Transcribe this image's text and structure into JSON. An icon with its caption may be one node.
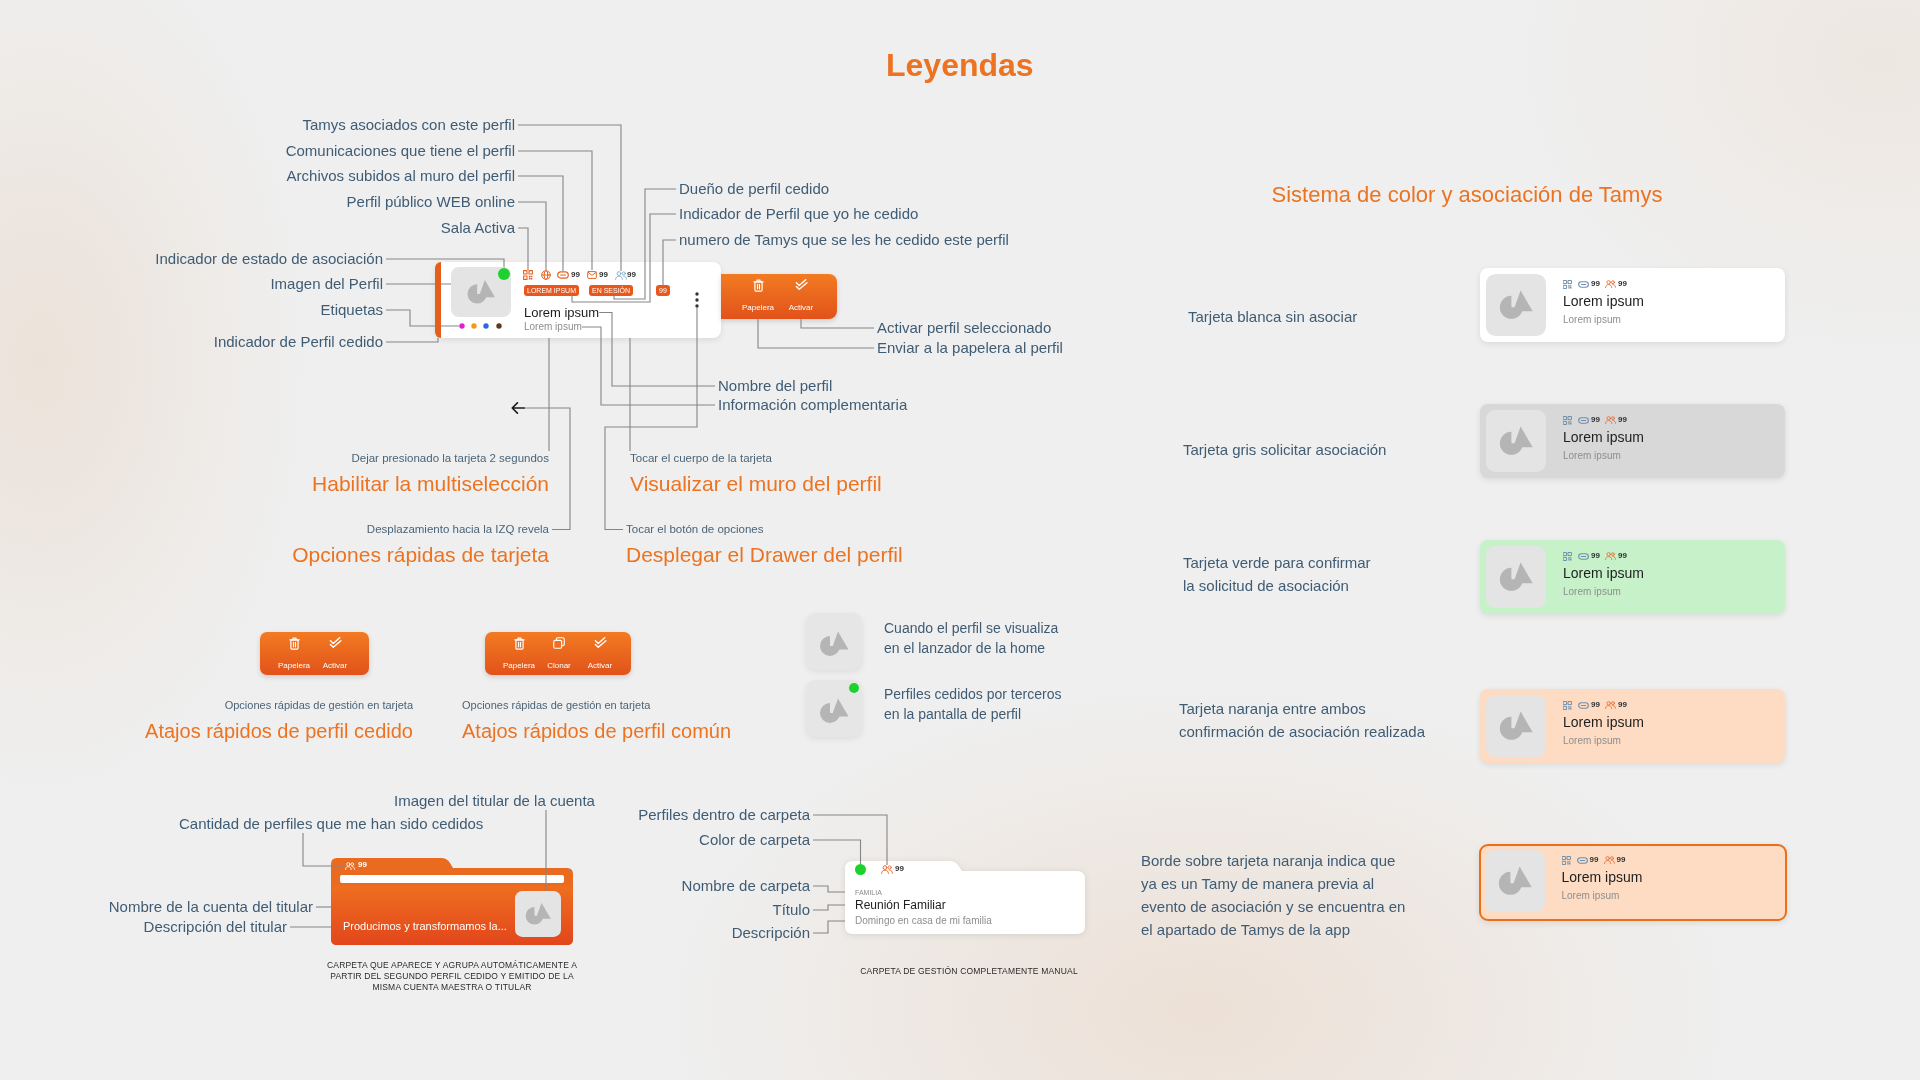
{
  "diagram": {
    "title": "Leyendas",
    "nodes": [
      {
        "text": [
          "99",
          "99",
          "99"
        ]
      },
      {
        "text": [
          "LOREM IPSUM"
        ],
        "in": 0
      },
      {
        "text": [
          "EN SESIÓN"
        ],
        "in": 0
      },
      {
        "text": [
          "99"
        ],
        "in": 0
      },
      {
        "text": [
          "Papelera",
          "Activar"
        ]
      },
      {
        "text": [
          "Tamys asociados con este perfil"
        ]
      },
      {
        "text": [
          "Comunicaciones que tiene el perfil"
        ]
      },
      {
        "text": [
          "Archivos subidos al muro del perfil"
        ]
      },
      {
        "text": [
          "Perfil público WEB online"
        ]
      },
      {
        "text": [
          "Sala Activa"
        ]
      },
      {
        "text": [
          "Indicador de estado de asociación"
        ]
      },
      {
        "text": [
          "Imagen del Perfil"
        ]
      },
      {
        "text": [
          "Etiquetas"
        ]
      },
      {
        "text": [
          "Indicador de Perfil cedido"
        ]
      },
      {
        "text": [
          "Dueño de perfil cedido"
        ]
      },
      {
        "text": [
          "Indicador de Perfil que yo he cedido"
        ]
      },
      {
        "text": [
          "numero de Tamys que se les he cedido este perfil"
        ]
      },
      {
        "text": [
          "Activar perfil seleccionado"
        ]
      },
      {
        "text": [
          "Enviar a la papelera al perfil"
        ]
      },
      {
        "text": [
          "Nombre del perfil"
        ]
      },
      {
        "text": [
          "Información complementaria"
        ]
      },
      {
        "text": [
          "Dejar presionado la tarjeta 2 segundos",
          "Habilitar la multiselección"
        ]
      },
      {
        "text": [
          "Tocar el cuerpo de la tarjeta",
          "Visualizar el muro del perfil"
        ]
      },
      {
        "text": [
          "Desplazamiento hacia la IZQ revela",
          "Opciones rápidas de tarjeta"
        ]
      },
      {
        "text": [
          "Tocar el botón de opciones",
          "Desplegar el Drawer del perfil"
        ]
      },
      {
        "text": [
          "Papelera",
          "Activar"
        ],
        "beside": [
          "Opciones rápidas de gestión en tarjeta",
          "Atajos rápidos de perfil cedido"
        ]
      },
      {
        "text": [
          "Papelera",
          "Clonar",
          "Activar"
        ],
        "beside": [
          "Opciones rápidas de gestión en tarjeta",
          "Atajos rápidos de perfil común"
        ]
      },
      {
        "text": [],
        "shape": "picture",
        "beside": [
          "Cuando el perfil se visualiza en el lanzador de la home"
        ]
      },
      {
        "text": [],
        "shape": "picture",
        "beside": [
          "Perfiles cedidos por terceros en la pantalla de perfil"
        ]
      },
      {
        "text": [
          "99",
          "Producimos y transformamos la..."
        ],
        "beside": [
          "CARPETA QUE APARECE Y AGRUPA AUTOMÁTICAMENTE A PARTIR DEL SEGUNDO PERFIL CEDIDO Y EMITIDO DE LA MISMA CUENTA MAESTRA O TITULAR"
        ]
      },
      {
        "text": [
          "Imagen del titular de la cuenta"
        ]
      },
      {
        "text": [
          "Cantidad de perfiles que me han sido cedidos"
        ]
      },
      {
        "text": [
          "Nombre de la cuenta del titular"
        ]
      },
      {
        "text": [
          "Descripción del titular"
        ]
      },
      {
        "text": [
          "99",
          "FAMILIA",
          "Reunión Familiar",
          "Domingo en casa de mi familia"
        ],
        "beside": [
          "CARPETA DE GESTIÓN COMPLETAMENTE MANUAL"
        ]
      },
      {
        "text": [
          "Perfiles dentro de carpeta"
        ]
      },
      {
        "text": [
          "Color de carpeta"
        ]
      },
      {
        "text": [
          "Nombre de carpeta"
        ]
      },
      {
        "text": [
          "Título"
        ]
      },
      {
        "text": [
          "Descripción"
        ]
      },
      {
        "text": [
          "99",
          "99",
          "Lorem ipsum",
          "Lorem ipsum"
        ]
      },
      {
        "text": [
          "99",
          "99",
          "Lorem ipsum",
          "Lorem ipsum"
        ]
      },
      {
        "text": [
          "99",
          "99",
          "Lorem ipsum",
          "Lorem ipsum"
        ]
      },
      {
        "text": [
          "99",
          "99",
          "Lorem ipsum",
          "Lorem ipsum"
        ],
        "beside": [
          "Tarjeta naranja entre ambos confirmación de asociación realizada"
        ]
      },
      {
        "text": [
          "99",
          "99",
          "Lorem ipsum",
          "Lorem ipsum"
        ]
      },
      {
        "text": [],
        "shape": "picture",
        "in": 0
      },
      {
        "text": [],
        "shape": "picture",
        "in": 0
      },
      {
        "text": [],
        "shape": "picture",
        "in": 0
      },
      {
        "text": [],
        "shape": "picture",
        "in": 0
      },
      {
        "text": [],
        "shape": "person",
        "in": 0
      },
      {
        "text": [],
        "shape": "picture",
        "in": 0
      },
      {
        "text": [],
        "shape": "circle",
        "in": 50
      },
      {
        "text": [],
        "shape": "circle",
        "in": 0
      },
      {
        "text": [],
        "shape": "bar",
        "in": 0
      },
      {
        "text": [
          "Lorem ipsum"
        ],
        "in": 0
      },
      {
        "text": [
          "Lorem ipsum"
        ],
        "in": 0
      },
      {
        "text": [],
        "shape": "picture",
        "in": 0
      },
      {
        "text": [],
        "shape": "person",
        "in": 29
      },
      {
        "text": [],
        "shape": "picture",
        "in": 29
      },
      {
        "text": [],
        "shape": "circle",
        "in": 34
      },
      {
        "text": [],
        "shape": "person",
        "in": 34
      },
      {
        "text": [],
        "shape": "arrow"
      }
    ],
    "edges": [
      {
        "from": 5,
        "to": 49,
        "arrow": "none"
      },
      {
        "from": 6,
        "to": 48,
        "arrow": "none"
      },
      {
        "from": 7,
        "to": 47,
        "arrow": "none"
      },
      {
        "from": 8,
        "to": 46,
        "arrow": "none"
      },
      {
        "from": 9,
        "to": 45,
        "arrow": "none"
      },
      {
        "from": 10,
        "to": 51,
        "arrow": "none"
      },
      {
        "from": 11,
        "to": 50,
        "arrow": "none"
      },
      {
        "from": 12,
        "to": 52,
        "arrow": "none"
      },
      {
        "from": 13,
        "to": 53,
        "arrow": "none"
      },
      {
        "from": 14,
        "to": 2,
        "arrow": "none"
      },
      {
        "from": 15,
        "to": 1,
        "arrow": "none"
      },
      {
        "from": 16,
        "to": 3,
        "arrow": "none"
      },
      {
        "from": 17,
        "to": 4,
        "arrow": "none"
      },
      {
        "from": 18,
        "to": 4,
        "arrow": "none"
      },
      {
        "from": 19,
        "to": 54,
        "arrow": "none"
      },
      {
        "from": 20,
        "to": 55,
        "arrow": "none"
      },
      {
        "from": 21,
        "to": 0,
        "arrow": "none"
      },
      {
        "from": 22,
        "to": 0,
        "arrow": "none"
      },
      {
        "from": 23,
        "to": 61,
        "arrow": "none"
      },
      {
        "from": 24,
        "to": 56,
        "arrow": "none"
      },
      {
        "from": 30,
        "to": 58,
        "arrow": "none"
      },
      {
        "from": 31,
        "to": 57,
        "arrow": "none"
      },
      {
        "from": 32,
        "to": 29,
        "arrow": "none"
      },
      {
        "from": 33,
        "to": 29,
        "arrow": "none"
      },
      {
        "from": 35,
        "to": 60,
        "arrow": "none"
      },
      {
        "from": 36,
        "to": 59,
        "arrow": "none"
      },
      {
        "from": 37,
        "to": 34,
        "arrow": "none"
      },
      {
        "from": 38,
        "to": 34,
        "arrow": "none"
      },
      {
        "from": 39,
        "to": 34,
        "arrow": "none"
      }
    ],
    "labels": [
      "Sistema de color y asociación de Tamys",
      "Tarjeta blanca sin asociar",
      "Tarjeta gris solicitar asociación",
      "Tarjeta verde para confirmar la solicitud de asociación",
      "Borde sobre tarjeta naranja indica que ya es un Tamy de manera previa al evento de asociación y se encuentra en el apartado de Tamys de la app"
    ]
  }
}
